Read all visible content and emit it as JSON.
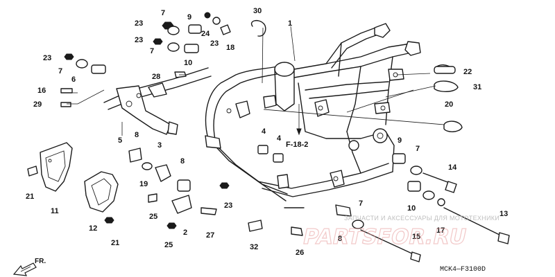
{
  "diagram": {
    "callouts": [
      "1",
      "2",
      "3",
      "4",
      "4",
      "5",
      "6",
      "7",
      "7",
      "7",
      "7",
      "7",
      "8",
      "8",
      "8",
      "9",
      "9",
      "10",
      "10",
      "11",
      "12",
      "13",
      "14",
      "15",
      "16",
      "17",
      "18",
      "19",
      "20",
      "21",
      "21",
      "22",
      "23",
      "23",
      "23",
      "23",
      "23",
      "24",
      "25",
      "25",
      "26",
      "27",
      "28",
      "29",
      "30",
      "31",
      "32"
    ],
    "section_ref": "F-18-2",
    "diagram_code": "MCK4—F3100D",
    "front_label": "FR.",
    "watermark": {
      "text": "ЗАПЧАСТИ И АКСЕССУАРЫ ДЛЯ МОТОТЕХНИКИ",
      "logo": "PARTSFOR.RU"
    }
  }
}
